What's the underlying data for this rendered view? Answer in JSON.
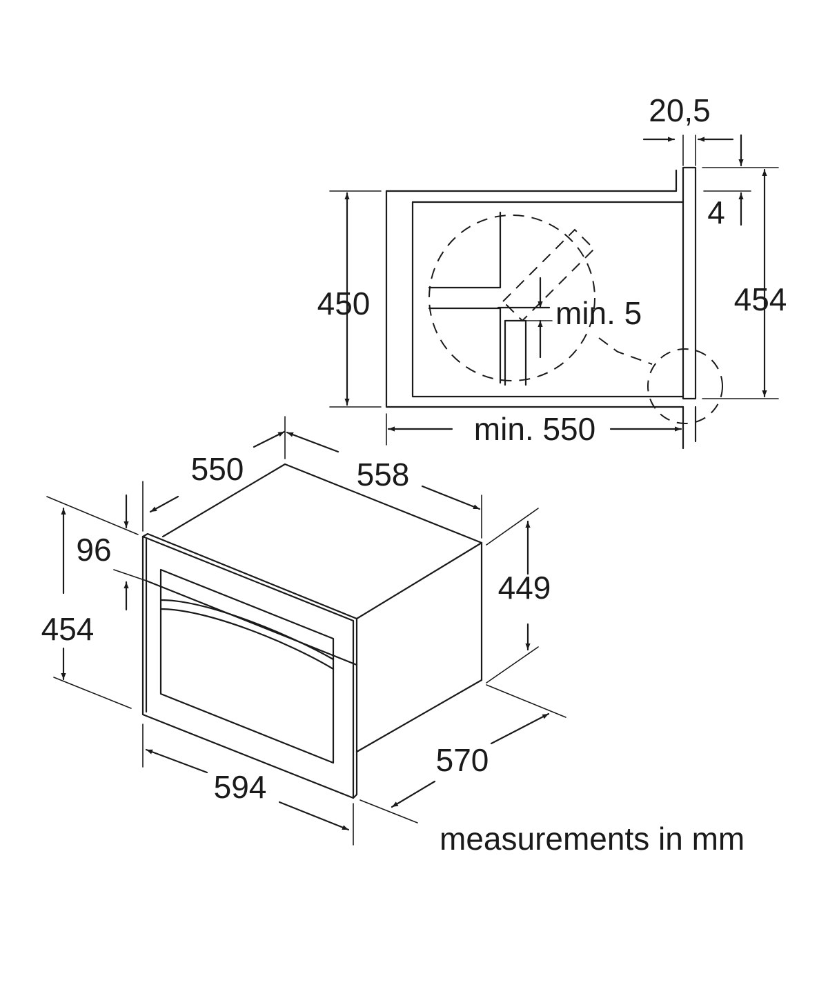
{
  "labels": {
    "dim_20_5": "20,5",
    "dim_4": "4",
    "dim_450": "450",
    "dim_454_side": "454",
    "dim_min5": "min. 5",
    "dim_min550": "min. 550",
    "dim_550": "550",
    "dim_558": "558",
    "dim_96": "96",
    "dim_449": "449",
    "dim_454_front": "454",
    "dim_570": "570",
    "dim_594": "594"
  },
  "footer": {
    "note": "measurements in mm"
  }
}
